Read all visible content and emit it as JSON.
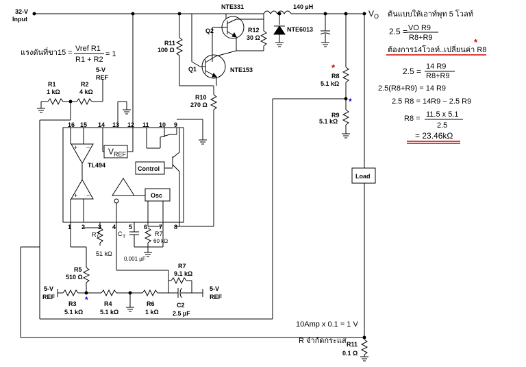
{
  "input": {
    "voltage": "32-V",
    "label": "Input"
  },
  "output": {
    "label": "V",
    "sub": "O"
  },
  "transistors": {
    "q2": {
      "ref": "Q2",
      "part": "NTE331"
    },
    "q1": {
      "ref": "Q1",
      "part": "NTE153"
    }
  },
  "diode": {
    "part": "NTE6013"
  },
  "inductor": {
    "value": "140 µH"
  },
  "resistors": {
    "r11a": {
      "ref": "R11",
      "value": "100 Ω"
    },
    "r12": {
      "ref": "R12",
      "value": "30 Ω"
    },
    "r10": {
      "ref": "R10",
      "value": "270 Ω"
    },
    "r1": {
      "ref": "R1",
      "value": "1 kΩ"
    },
    "r2": {
      "ref": "R2",
      "value": "4 kΩ"
    },
    "r8": {
      "ref": "R8",
      "value": "5.1 kΩ"
    },
    "r9": {
      "ref": "R9",
      "value": "5.1 kΩ"
    },
    "r7a": {
      "ref": "R7",
      "value": "51 kΩ"
    },
    "r7b": {
      "ref": "R7",
      "value": "60 kΩ"
    },
    "r5": {
      "ref": "R5",
      "value": "510 Ω"
    },
    "r7c": {
      "ref": "R7",
      "value": "9.1 kΩ"
    },
    "r3": {
      "ref": "R3",
      "value": "5.1 kΩ"
    },
    "r4": {
      "ref": "R4",
      "value": "5.1 kΩ"
    },
    "r6": {
      "ref": "R6",
      "value": "1 kΩ"
    },
    "r11b": {
      "ref": "R11",
      "value": "0.1 Ω"
    }
  },
  "capacitors": {
    "ct": {
      "ref": "C",
      "sub": "T",
      "value": "0.001 µF"
    },
    "c2": {
      "ref": "C2",
      "value": "2.5 µF"
    }
  },
  "ic": {
    "name": "TL494",
    "vref": "V",
    "vref_sub": "REF",
    "control": "Control",
    "osc": "Osc",
    "top_pins": [
      "16",
      "15",
      "14",
      "13",
      "12",
      "11",
      "10",
      "9"
    ],
    "bottom_pins": [
      "1",
      "2",
      "3",
      "4",
      "5",
      "6",
      "7",
      "8"
    ]
  },
  "refs": {
    "five_v": "5-V",
    "ref": "REF"
  },
  "load": "Load",
  "star": "*",
  "formula_left": {
    "prefix": "แรงดันที่ขา15 =",
    "num": "Vref R1",
    "den": "R1 + R2",
    "result": "= 1"
  },
  "notes": {
    "line1": "ต้นแบบให้เอาท์พุท 5 โวลท์",
    "eq1_lhs": "2.5 =",
    "eq1_num": "VO  R9",
    "eq1_den": "R8+R9",
    "line2": "ต้องการ14โวลท์..เปลี่ยนค่า R8",
    "eq2_lhs": "2.5 =",
    "eq2_num": "14   R9",
    "eq2_den": "R8+R9",
    "eq3": "2.5(R8+R9) =  14   R9",
    "eq4": "2.5 R8  =  14R9  − 2.5 R9",
    "eq5_lhs": "R8  =",
    "eq5_num": "11.5 x 5.1",
    "eq5_den": "2.5",
    "eq6": "=  23.46kΩ"
  },
  "current_sense": "10Amp x 0.1 = 1 V",
  "limit_label": "R จำกัดกระแส"
}
